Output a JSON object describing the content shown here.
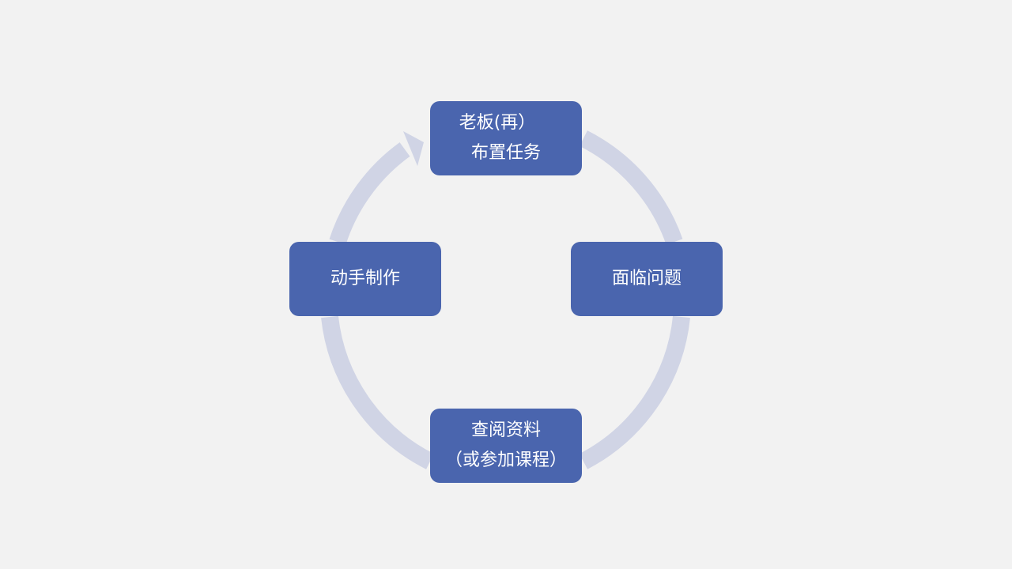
{
  "diagram": {
    "nodes": {
      "top": {
        "line1": "老板(再）",
        "line2": "布置任务"
      },
      "right": {
        "line1": "面临问题"
      },
      "bottom": {
        "line1": "查阅资料",
        "line2": "（或参加课程）"
      },
      "left": {
        "line1": "动手制作"
      }
    },
    "colors": {
      "node_fill": "#4a65ae",
      "ring": "#d0d4e5",
      "background": "#f2f2f2",
      "text": "#ffffff"
    }
  }
}
